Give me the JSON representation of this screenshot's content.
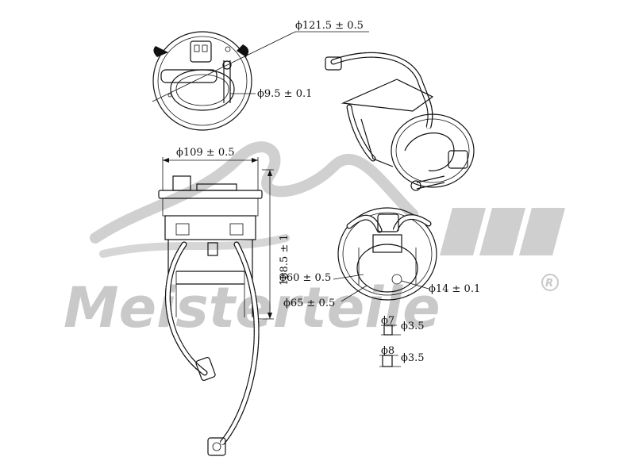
{
  "watermark": {
    "brand": "Meisterteile",
    "registered": "R",
    "color": "#c9c9c9"
  },
  "dimensions": {
    "flange_diameter": "ϕ121.5 ± 0.5",
    "outlet_diameter": "ϕ9.5 ± 0.1",
    "body_width": "ϕ109 ± 0.5",
    "height": "188.5 ± 1",
    "inner_diameter": "ϕ60 ± 0.5",
    "outer_diameter": "ϕ65 ± 0.5",
    "port_diameter": "ϕ14 ± 0.1",
    "fitting_a_top": "ϕ7",
    "fitting_a_bottom": "ϕ3.5",
    "fitting_b_top": "ϕ8",
    "fitting_b_bottom": "ϕ3.5"
  },
  "colors": {
    "line": "#111111",
    "background": "#ffffff"
  }
}
